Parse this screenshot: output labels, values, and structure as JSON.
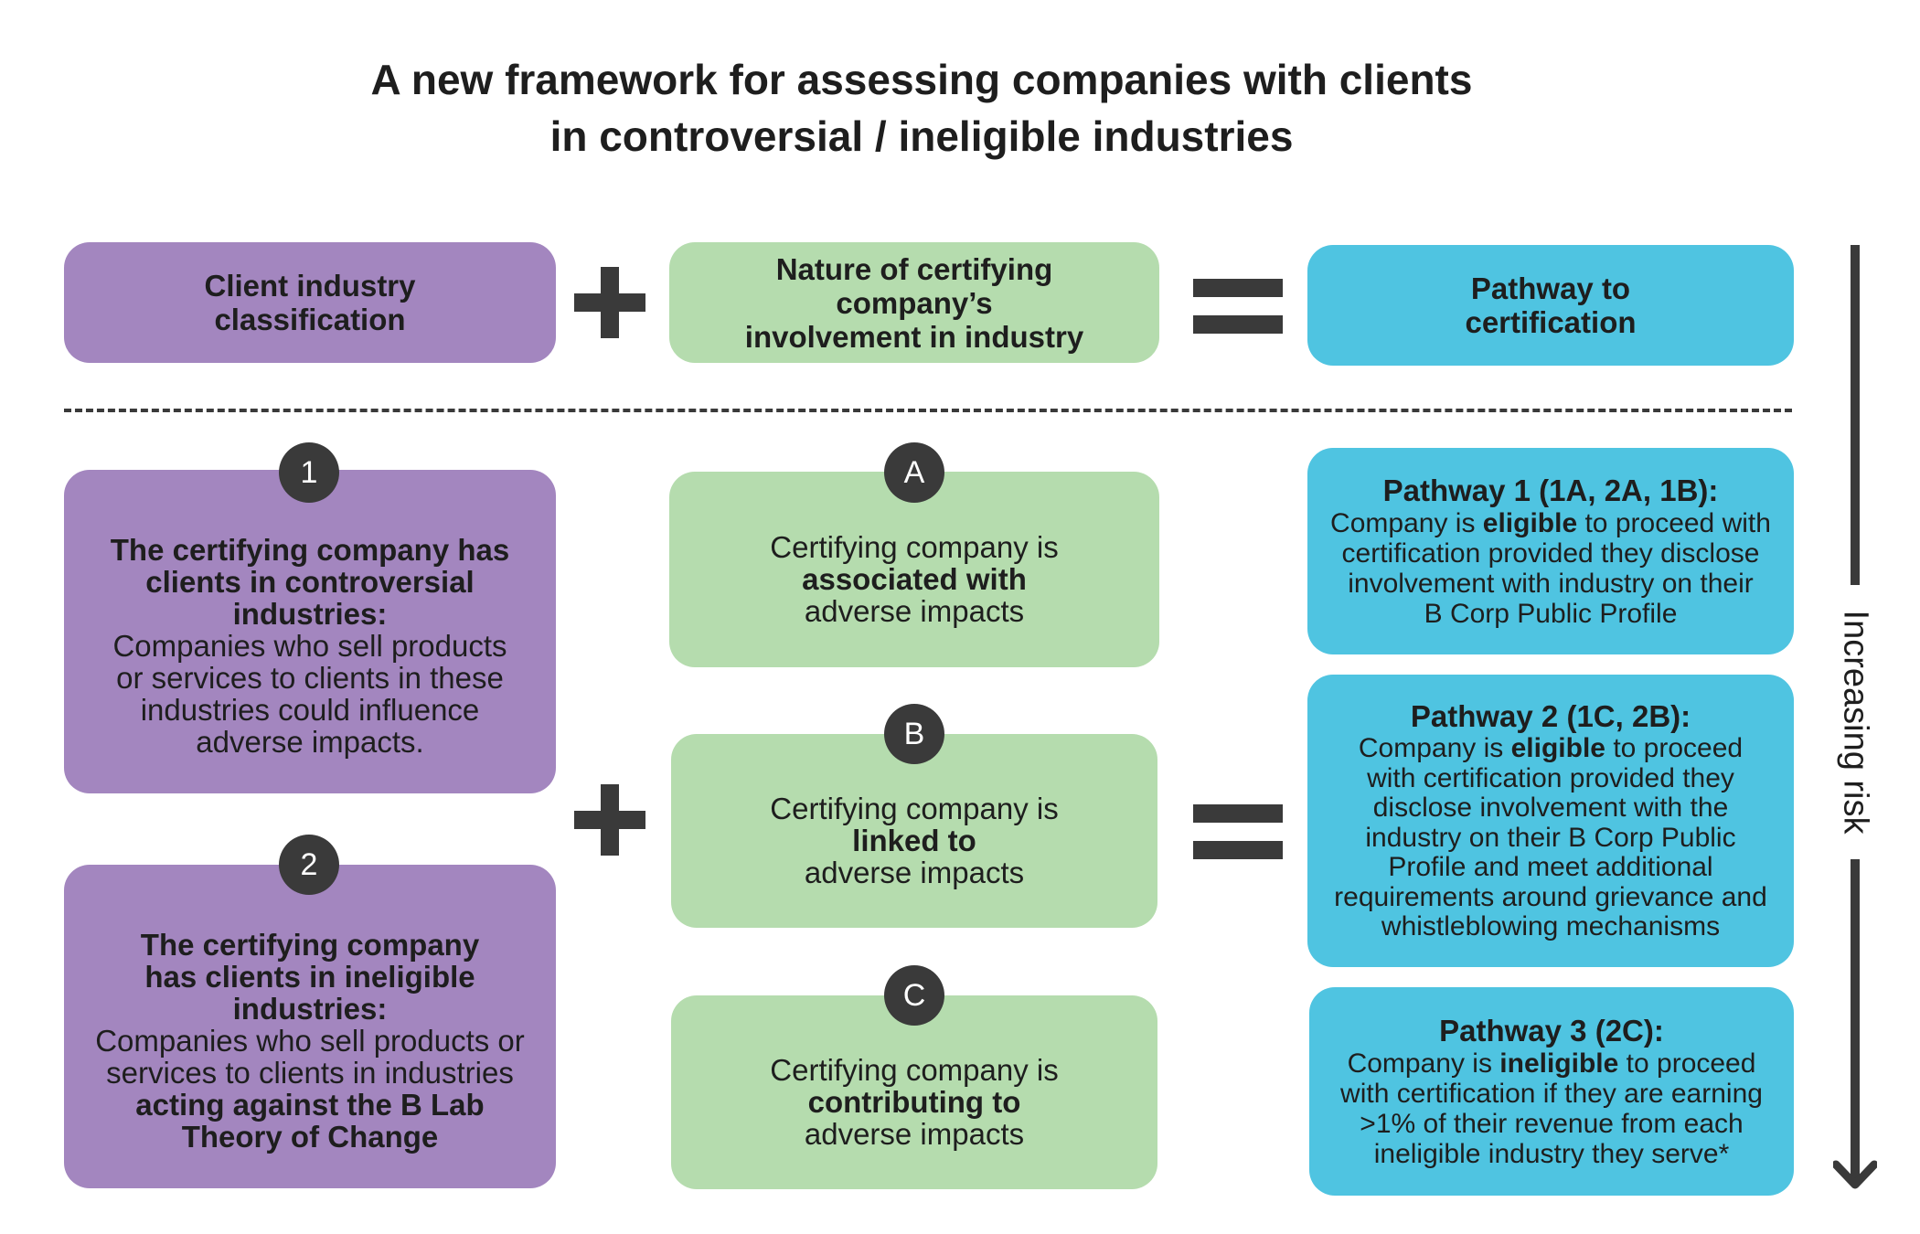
{
  "title": {
    "line1": "A new framework for assessing companies with clients",
    "line2": "in controversial / ineligible industries"
  },
  "headers": {
    "client": [
      "Client industry",
      "classification"
    ],
    "nature": [
      "Nature of certifying company’s",
      "involvement in industry"
    ],
    "pathway": [
      "Pathway to",
      "certification"
    ]
  },
  "client_boxes": [
    {
      "badge": "1",
      "bold_lines": [
        "The certifying company has",
        "clients in controversial",
        "industries:"
      ],
      "lines": [
        "Companies who sell products",
        "or services to clients in these",
        "industries could influence",
        "adverse impacts."
      ]
    },
    {
      "badge": "2",
      "bold_lines": [
        "The certifying company",
        "has clients in ineligible",
        "industries:"
      ],
      "lines": [
        "Companies who sell products or",
        "services to clients in industries"
      ],
      "bold_tail": [
        "acting against the B Lab",
        "Theory of Change"
      ]
    }
  ],
  "involvement_boxes": [
    {
      "badge": "A",
      "line1": "Certifying company is",
      "bold": "associated with",
      "line3": "adverse impacts"
    },
    {
      "badge": "B",
      "line1": "Certifying company is",
      "bold": "linked to",
      "line3": "adverse impacts"
    },
    {
      "badge": "C",
      "line1": "Certifying company is",
      "bold": "contributing to",
      "line3": "adverse impacts"
    }
  ],
  "pathways": [
    {
      "title": "Pathway 1 (1A, 2A, 1B):",
      "first_pre": "Company is ",
      "first_bold": "eligible",
      "first_post": " to proceed with",
      "lines": [
        "certification provided they disclose",
        "involvement with industry on their",
        "B Corp Public Profile"
      ]
    },
    {
      "title": "Pathway 2 (1C, 2B):",
      "first_pre": "Company is ",
      "first_bold": "eligible",
      "first_post": " to proceed",
      "lines": [
        "with certification provided they",
        "disclose involvement with the",
        "industry on their B Corp Public",
        "Profile and meet additional",
        "requirements around grievance and",
        "whistleblowing mechanisms"
      ]
    },
    {
      "title": "Pathway 3 (2C):",
      "first_pre": "Company is ",
      "first_bold": "ineligible",
      "first_post": " to proceed",
      "lines": [
        "with certification if they are earning",
        ">1% of their revenue from each",
        "ineligible industry they serve*"
      ]
    }
  ],
  "risk_label": "Increasing risk",
  "colors": {
    "purple": "#a386bf",
    "green": "#b5dcae",
    "blue": "#4fc4e1",
    "dark": "#3a3a3a"
  }
}
